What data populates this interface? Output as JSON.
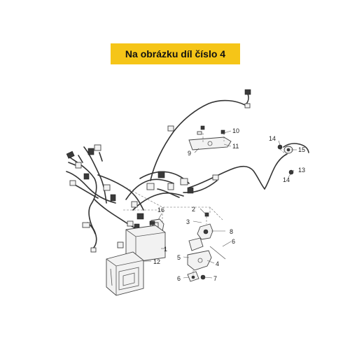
{
  "banner": {
    "text": "Na obrázku díl číslo 4",
    "color": "#f5c518"
  },
  "callouts": {
    "c1": "1",
    "c2": "2",
    "c3": "3",
    "c4": "4",
    "c5": "5",
    "c6a": "6",
    "c6b": "6",
    "c7": "7",
    "c8": "8",
    "c9": "9",
    "c10": "10",
    "c11": "11",
    "c12": "12",
    "c13": "13",
    "c14a": "14",
    "c14b": "14",
    "c15": "15",
    "c16": "16"
  }
}
